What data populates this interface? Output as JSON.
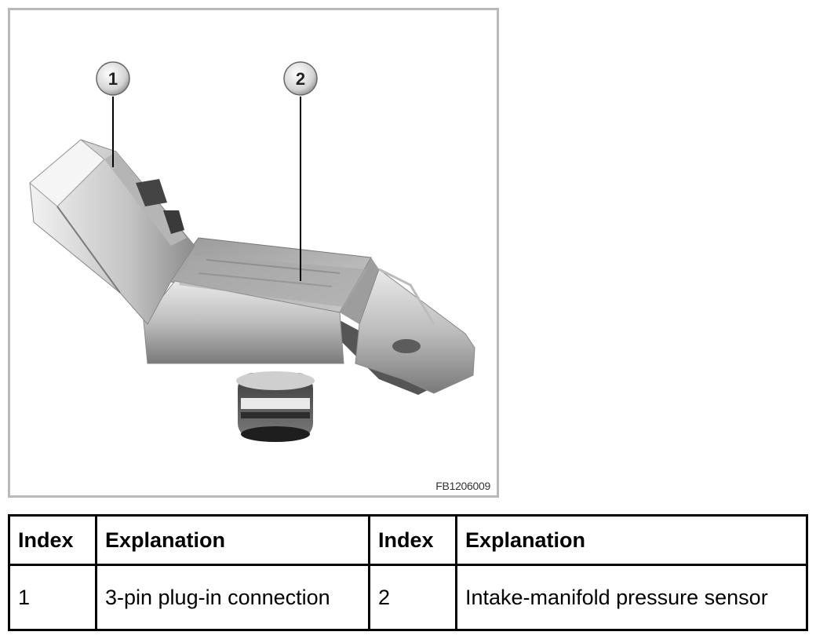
{
  "figure": {
    "code": "FB1206009",
    "callouts": [
      {
        "number": "1"
      },
      {
        "number": "2"
      }
    ]
  },
  "legend": {
    "headers": [
      "Index",
      "Explanation",
      "Index",
      "Explanation"
    ],
    "rows": [
      [
        "1",
        "3-pin plug-in connection",
        "2",
        "Intake-manifold pressure sensor"
      ]
    ]
  }
}
